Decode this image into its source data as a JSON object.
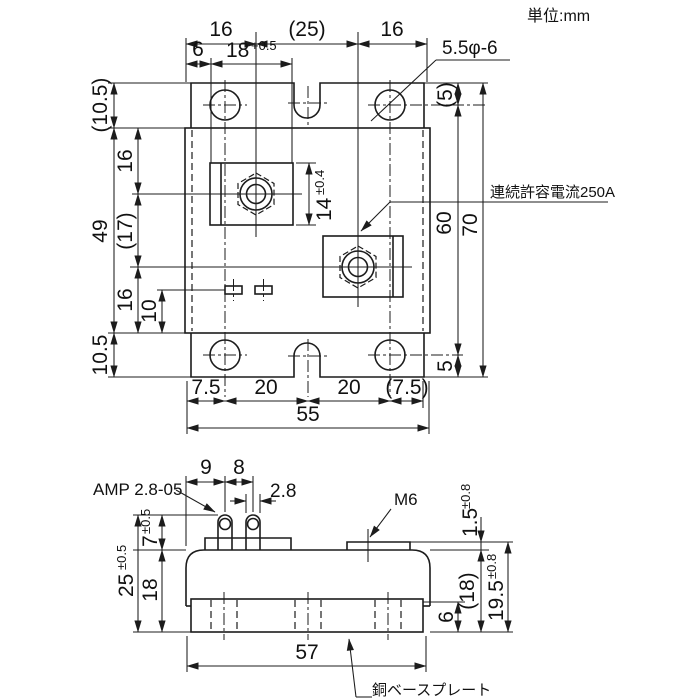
{
  "unit_note": "単位:mm",
  "labels": {
    "hole_spec": "5.5φ-6",
    "current_rating": "連続許容電流250A",
    "tab_spec": "AMP 2.8-05",
    "screw_spec": "M6",
    "base_plate": "銅ベースプレート"
  },
  "top_view": {
    "h_edge_to_t1": "16",
    "h_t1_to_t2": "(25)",
    "h_t2_to_edge": "16",
    "h_edge_to_block": "6",
    "h_block_width": "18",
    "h_block_width_tol": "+0.5",
    "v_flange_top": "(10.5)",
    "v_body": "49",
    "v_body_to_t1": "16",
    "v_t1_to_t2": "(17)",
    "v_t2_to_body": "16",
    "v_ctrl_to_body": "10",
    "v_flange_bottom": "10.5",
    "v_block_height": "14",
    "v_block_height_tol": "±0.4",
    "r_flange_to_hole": "(5)",
    "r_hole_to_hole": "60",
    "r_overall": "70",
    "r_hole_to_flange": "5",
    "b_edge_to_hole": "7.5",
    "b_hole_to_center": "20",
    "b_center_to_hole": "20",
    "b_hole_to_edge": "(7.5)",
    "b_overall": "55"
  },
  "side_view": {
    "t_edge_to_tab1": "9",
    "t_tab_pitch": "8",
    "t_tab_width": "2.8",
    "l_overall": "25",
    "l_overall_tol": "±0.5",
    "l_tab_height": "7",
    "l_tab_height_tol": "±0.5",
    "l_body_height": "18",
    "r_m6_height": "1.5",
    "r_m6_height_tol": "±0.8",
    "r_body_to_base": "(18)",
    "r_m6_to_base": "19.5",
    "r_m6_to_base_tol": "±0.8",
    "r_base_thickness": "6",
    "b_base_width": "57"
  }
}
